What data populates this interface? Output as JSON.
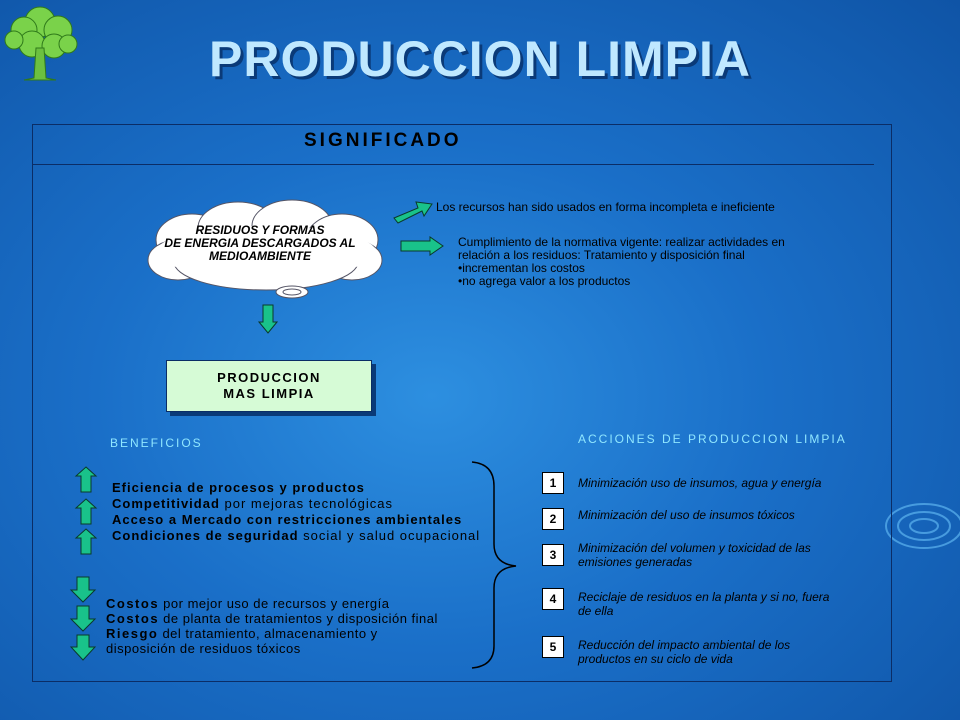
{
  "title": "PRODUCCION LIMPIA",
  "section_title": "SIGNIFICADO",
  "cloud_lines": [
    "RESIDUOS Y FORMAS",
    "DE ENERGIA DESCARGADOS AL",
    "MEDIOAMBIENTE"
  ],
  "arrow_text_1": "Los recursos han sido usados en forma incompleta e ineficiente",
  "arrow_text_2_lines": [
    "Cumplimiento de la normativa vigente: realizar actividades en",
    "relación a los residuos: Tratamiento y disposición final",
    "•incrementan los costos",
    "•no agrega valor a los productos"
  ],
  "pml_lines": [
    "PRODUCCION",
    "MAS LIMPIA"
  ],
  "beneficios_title": "BENEFICIOS",
  "benefits": [
    {
      "bold": "Eficiencia de procesos y productos",
      "rest": ""
    },
    {
      "bold": "Competitividad",
      "rest": " por mejoras tecnológicas"
    },
    {
      "bold": "Acceso a Mercado con restricciones ambientales",
      "rest": ""
    },
    {
      "bold": "Condiciones de seguridad",
      "rest": " social y salud ocupacional"
    }
  ],
  "costs": [
    {
      "bold": "Costos",
      "rest": " por mejor uso de recursos y energía"
    },
    {
      "bold": "Costos",
      "rest": " de planta de tratamientos y disposición final"
    },
    {
      "bold": "Riesgo",
      "rest": " del tratamiento, almacenamiento y"
    },
    {
      "bold": "",
      "rest": "disposición de residuos tóxicos"
    }
  ],
  "acciones_title": "ACCIONES DE PRODUCCION LIMPIA",
  "actions": [
    {
      "num": "1",
      "lines": [
        "Minimización  uso de insumos, agua y energía"
      ]
    },
    {
      "num": "2",
      "lines": [
        "Minimización  del uso de insumos tóxicos"
      ]
    },
    {
      "num": "3",
      "lines": [
        "Minimización  del volumen y toxicidad de las",
        "emisiones generadas"
      ]
    },
    {
      "num": "4",
      "lines": [
        "Reciclaje de residuos en la planta y si no, fuera",
        "de ella"
      ]
    },
    {
      "num": "5",
      "lines": [
        "Reducción del impacto ambiental de los",
        "productos en su ciclo de vida"
      ]
    }
  ],
  "colors": {
    "accent_green": "#19c28a",
    "box_green": "#d6fbd6",
    "heading_cyan": "#8fe6ff"
  }
}
